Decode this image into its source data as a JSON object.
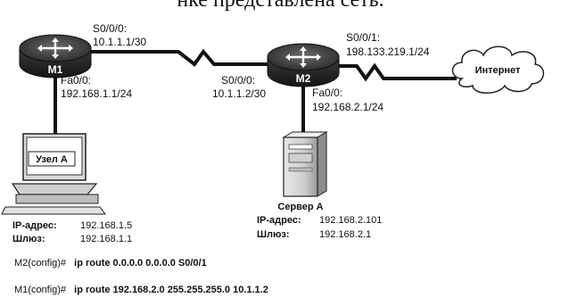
{
  "header_text": "нке представлена сеть.",
  "routers": {
    "m1": {
      "name": "M1",
      "serial": "S0/0/0:",
      "serial_ip": "10.1.1.1/30",
      "fa": "Fa0/0:",
      "fa_ip": "192.168.1.1/24"
    },
    "m2": {
      "name": "M2",
      "serial_left": "S0/0/0:",
      "serial_left_ip": "10.1.1.2/30",
      "serial_right": "S0/0/1:",
      "serial_right_ip": "198.133.219.1/24",
      "fa": "Fa0/0:",
      "fa_ip": "192.168.2.1/24"
    }
  },
  "internet": {
    "label": "Интернет"
  },
  "host": {
    "screen_label": "Узел А",
    "ip_label": "IP-адрес:",
    "ip": "192.168.1.5",
    "gw_label": "Шлюз:",
    "gw": "192.168.1.1"
  },
  "server": {
    "name": "Сервер А",
    "ip_label": "IP-адрес:",
    "ip": "192.168.2.101",
    "gw_label": "Шлюз:",
    "gw": "192.168.2.1"
  },
  "commands": {
    "line1": {
      "prompt": "M2(config)#",
      "cmd": "ip route 0.0.0.0 0.0.0.0 S0/0/1"
    },
    "line2": {
      "prompt": "M1(config)#",
      "cmd": "ip route 192.168.2.0 255.255.255.0 10.1.1.2"
    }
  }
}
